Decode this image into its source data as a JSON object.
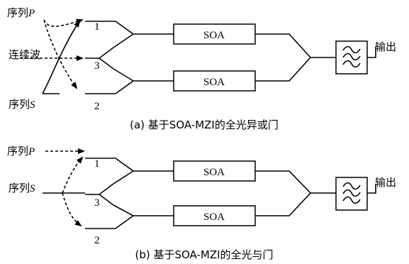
{
  "diagrams": [
    {
      "caption": "(a) 基于SOA-MZI的全光异或门",
      "label_p_prefix": "序列",
      "label_p_var": "P",
      "label_cw": "连续波",
      "label_s_prefix": "序列",
      "label_s_var": "S",
      "port_1": "1",
      "port_3": "3",
      "port_2": "2",
      "soa_top": "SOA",
      "soa_bottom": "SOA",
      "filter_icon": "bandpass-filter-icon",
      "output_label": "输出"
    },
    {
      "caption": "(b) 基于SOA-MZI的全光与门",
      "label_p_prefix": "序列",
      "label_p_var": "P",
      "label_s_prefix": "序列",
      "label_s_var": "S",
      "port_1": "1",
      "port_3": "3",
      "port_2": "2",
      "soa_top": "SOA",
      "soa_bottom": "SOA",
      "filter_icon": "bandpass-filter-icon",
      "output_label": "输出"
    }
  ]
}
